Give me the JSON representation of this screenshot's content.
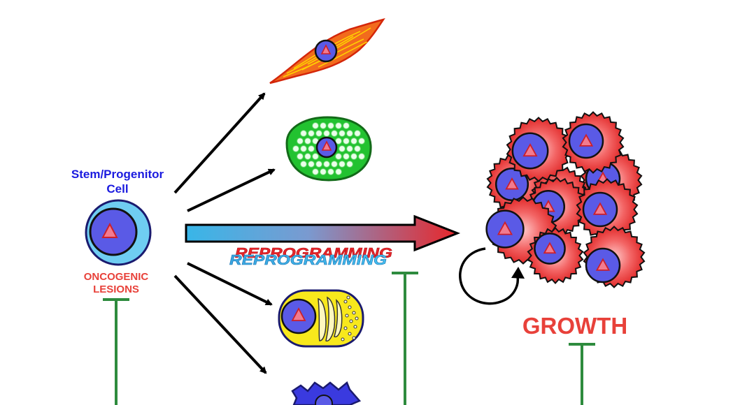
{
  "labels": {
    "stem_line1": "Stem/Progenitor",
    "stem_line2": "Cell",
    "lesions_line1": "ONCOGENIC",
    "lesions_line2": "LESIONS",
    "reprogramming": "REPROGRAMMING",
    "growth": "GROWTH"
  },
  "colors": {
    "label_blue": "#1a1adf",
    "label_red": "#e8413a",
    "inhibit_green": "#2e8b3e",
    "nucleus_blue": "#5a5ae6",
    "tumor_red": "#ee3e3e",
    "gradient_start": "#38b6e8",
    "gradient_end": "#e8262a"
  },
  "icons": {
    "stem_cell": "stem-cell-icon",
    "muscle_cell": "spindle-cell-icon",
    "green_cell": "vacuolated-cell-icon",
    "yellow_cell": "mitochondria-cell-icon",
    "purple_cell": "star-cell-icon",
    "tumor": "tumor-cluster-icon",
    "self_renewal": "circular-arrow-icon"
  }
}
